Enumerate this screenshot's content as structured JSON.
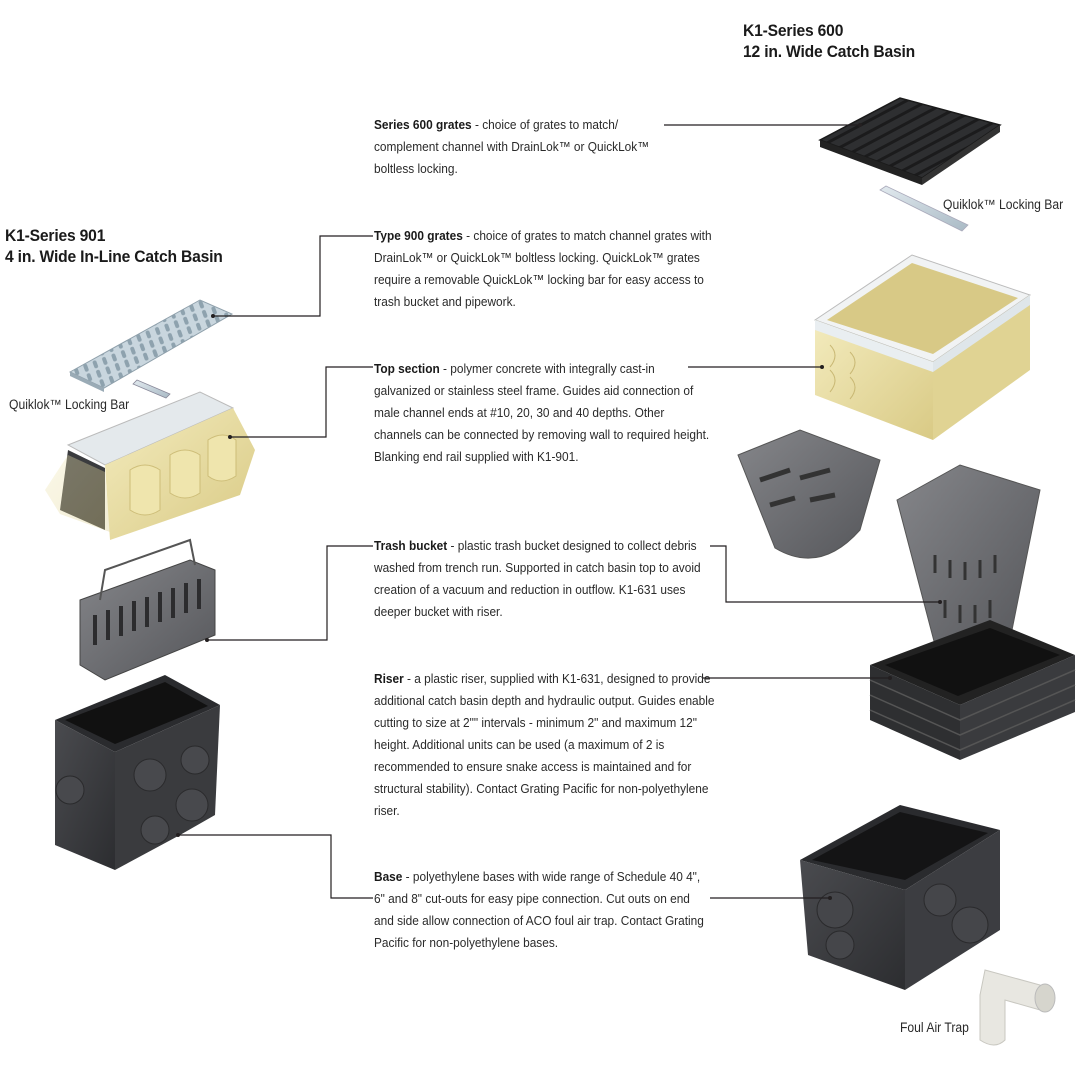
{
  "titles": {
    "series600": [
      "K1-Series 600",
      "12 in. Wide Catch Basin"
    ],
    "series901": [
      "K1-Series 901",
      "4 in. Wide In-Line Catch Basin"
    ]
  },
  "components": [
    {
      "name": "Series 600 grates",
      "text": " - choice of grates to match/ complement channel with DrainLok™ or QuickLok™ boltless locking."
    },
    {
      "name": "Type 900 grates",
      "text": " - choice of grates to match channel grates with DrainLok™ or QuickLok™ boltless locking. QuickLok™ grates require a removable QuickLok™ locking bar for easy access to trash bucket and pipework."
    },
    {
      "name": "Top section",
      "text": " - polymer concrete with integrally cast-in galvanized or stainless steel frame. Guides aid connection of male channel ends at #10, 20, 30 and 40 depths. Other channels can be connected by removing wall to required height. Blanking end rail supplied with K1-901."
    },
    {
      "name": "Trash bucket",
      "text": " - plastic trash bucket designed to collect debris washed from trench run. Supported in catch basin top to avoid creation of a vacuum and reduction in outflow. K1-631 uses deeper bucket with riser."
    },
    {
      "name": "Riser",
      "text": " - a plastic riser, supplied with K1-631, designed to provide additional catch basin depth and hydraulic output. Guides enable cutting to size at 2\"\" intervals - minimum 2\" and maximum 12\" height. Additional units can be used (a maximum of 2 is recommended to ensure snake access is maintained and for structural stability). Contact Grating Pacific for non-polyethylene riser."
    },
    {
      "name": "Base",
      "text": " - polyethylene bases with wide range of Schedule 40 4\", 6\" and 8\" cut-outs for easy pipe connection. Cut outs on end and side allow connection of ACO foul air trap. Contact Grating Pacific for non-polyethylene bases."
    }
  ],
  "captions": {
    "locking_bar_right": "Quiklok™ Locking Bar",
    "locking_bar_left": "Quiklok™ Locking Bar",
    "foul_air_trap": "Foul Air Trap"
  },
  "colors": {
    "polymer_concrete": "#e8dc9e",
    "plastic_dark": "#3a3b3e",
    "plastic_grey": "#6b6c70",
    "galvanized": "#c5d3dc",
    "leader_line": "#231f20"
  }
}
